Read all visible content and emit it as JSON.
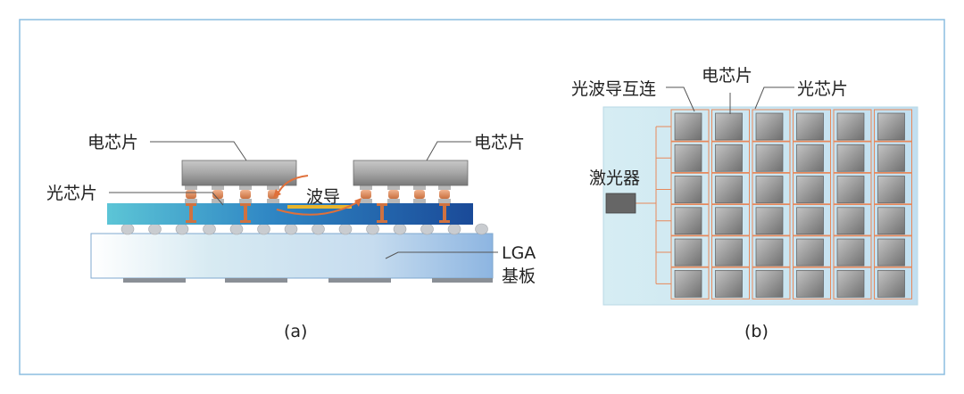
{
  "panel_a": {
    "label_elec_left": "电芯片",
    "label_elec_right": "电芯片",
    "label_optical": "光芯片",
    "label_waveguide": "波导",
    "label_lga_1": "LGA",
    "label_lga_2": "基板",
    "caption": "(a)"
  },
  "panel_b": {
    "label_interconnect": "光波导互连",
    "label_elec": "电芯片",
    "label_optical": "光芯片",
    "label_laser": "激光器",
    "caption": "(b)",
    "grid_rows": 6,
    "grid_cols": 6
  },
  "colors": {
    "frame": "#7fb2d9",
    "chip_gray": "#9a9a9a",
    "copper": "#d9855a",
    "waveguide": "#e8b32b",
    "optical_layer_light": "#59c0d3",
    "optical_layer_dark": "#1b4d9c",
    "substrate_light": "#f4f8fc",
    "substrate_dark": "#8fb6e0",
    "panel_b_bg": "#cfe7f0"
  }
}
